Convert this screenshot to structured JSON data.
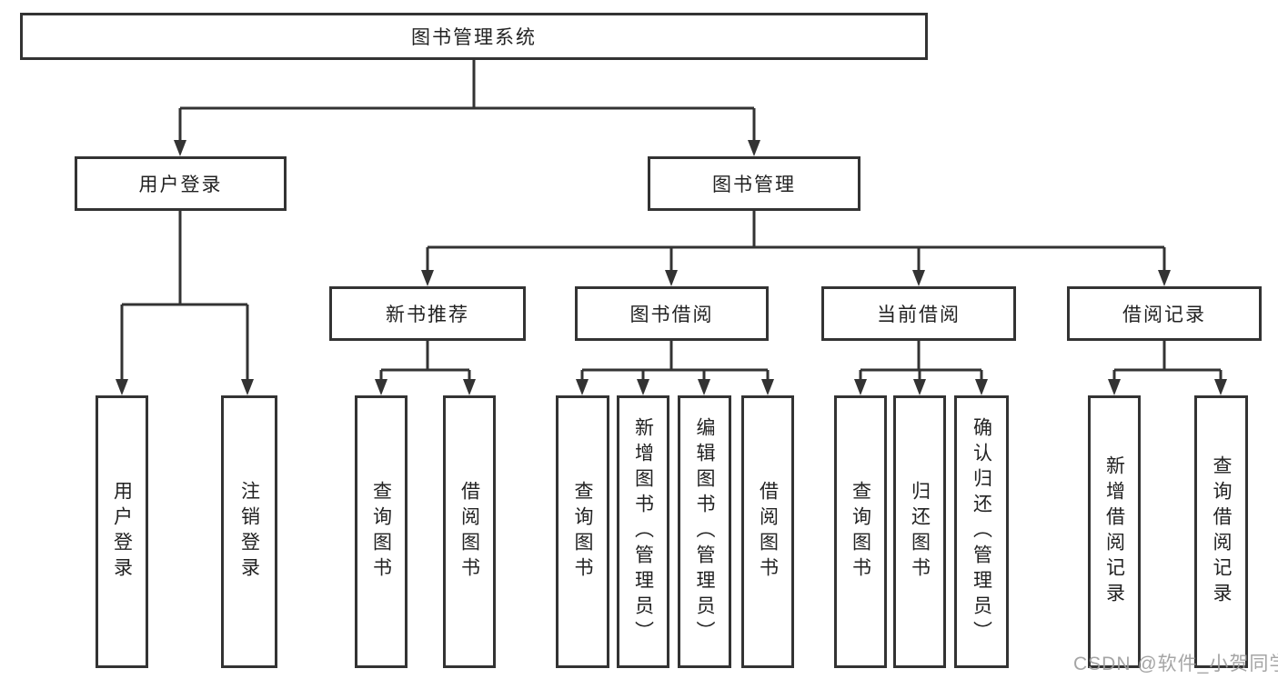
{
  "diagram": {
    "root": {
      "label": "图书管理系统"
    },
    "level2": {
      "user_login": {
        "label": "用户登录"
      },
      "book_mgmt": {
        "label": "图书管理"
      }
    },
    "user_login_children": {
      "login": {
        "label": "用户登录"
      },
      "logout": {
        "label": "注销登录"
      }
    },
    "book_mgmt_children": {
      "new_books": {
        "label": "新书推荐"
      },
      "borrowing": {
        "label": "图书借阅"
      },
      "current": {
        "label": "当前借阅"
      },
      "records": {
        "label": "借阅记录"
      }
    },
    "new_books_children": {
      "query": {
        "label": "查询图书"
      },
      "borrow": {
        "label": "借阅图书"
      }
    },
    "borrowing_children": {
      "query": {
        "label": "查询图书"
      },
      "add": {
        "label": "新增图书（管理员）"
      },
      "edit": {
        "label": "编辑图书（管理员）"
      },
      "borrow": {
        "label": "借阅图书"
      }
    },
    "current_children": {
      "query": {
        "label": "查询图书"
      },
      "return": {
        "label": "归还图书"
      },
      "confirm": {
        "label": "确认归还（管理员）"
      }
    },
    "records_children": {
      "add": {
        "label": "新增借阅记录"
      },
      "query": {
        "label": "查询借阅记录"
      }
    }
  },
  "watermark": {
    "text": "CSDN @软件_小贺同学"
  },
  "colors": {
    "line": "#333333",
    "border": "#333333",
    "text": "#222222",
    "watermark": "#9c9c9c",
    "background": "#ffffff"
  }
}
